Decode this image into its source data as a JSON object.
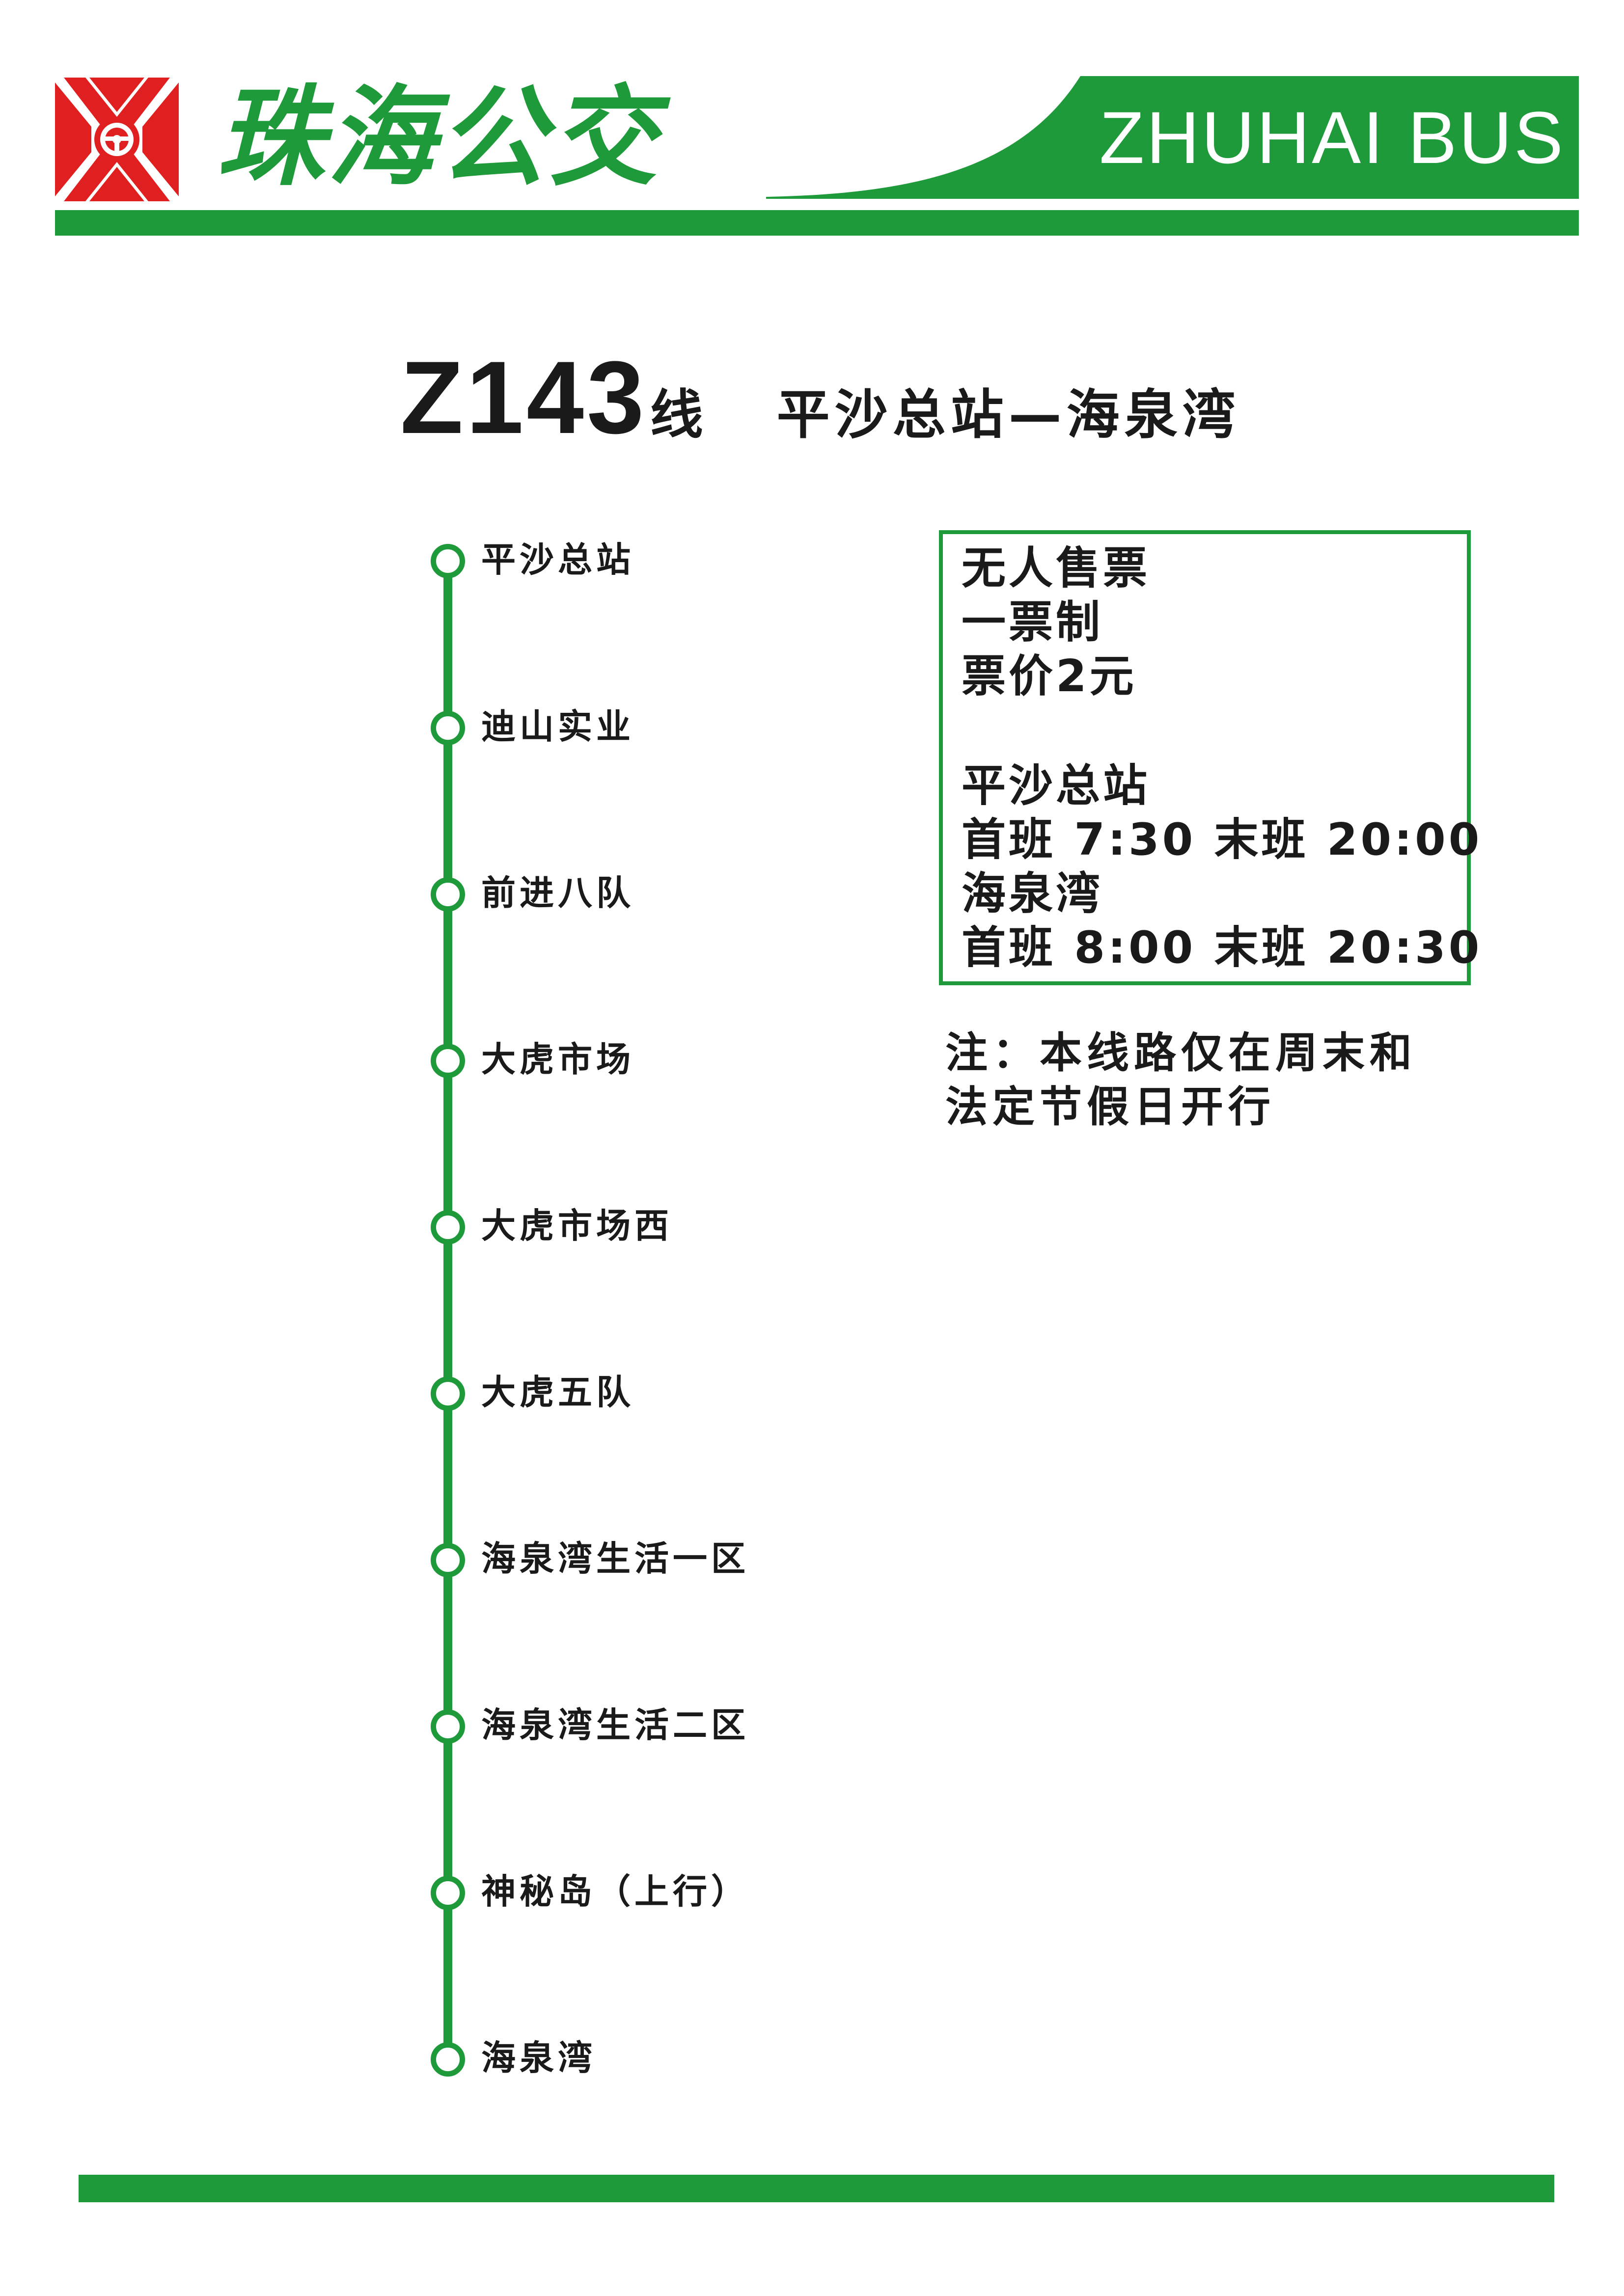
{
  "header": {
    "brand_cn": "珠海公交",
    "brand_en": "ZHUHAI BUS",
    "colors": {
      "brand_green": "#1f9a3b",
      "logo_red": "#e02020"
    },
    "logo_icon": "steering-wheel-logo-icon"
  },
  "title": {
    "route_number": "Z143",
    "route_suffix": "线",
    "endpoints": "平沙总站—海泉湾"
  },
  "stops": [
    "平沙总站",
    "迪山实业",
    "前进八队",
    "大虎市场",
    "大虎市场西",
    "大虎五队",
    "海泉湾生活一区",
    "海泉湾生活二区",
    "神秘岛（上行）",
    "海泉湾"
  ],
  "info": {
    "ticketing": "无人售票",
    "fare_system": "一票制",
    "fare": "票价2元",
    "origin_name": "平沙总站",
    "origin_schedule": "首班 7:30  末班 20:00",
    "terminus_name": "海泉湾",
    "terminus_schedule": "首班 8:00  末班 20:30"
  },
  "note": {
    "line1": "注：本线路仅在周末和",
    "line2": "法定节假日开行"
  }
}
